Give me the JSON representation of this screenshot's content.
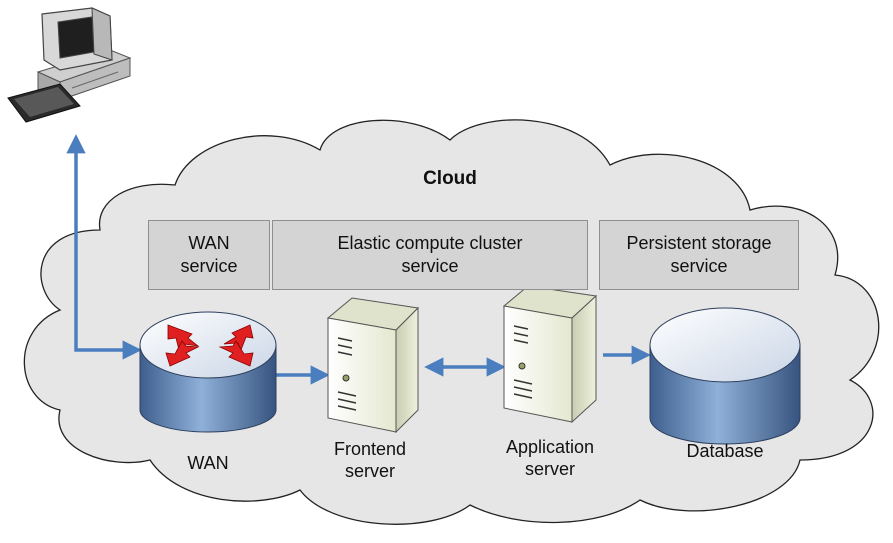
{
  "cloud": {
    "title": "Cloud"
  },
  "services": [
    {
      "label": "WAN\nservice"
    },
    {
      "label": "Elastic compute cluster\nservice"
    },
    {
      "label": "Persistent storage\nservice"
    }
  ],
  "nodes": {
    "wan": "WAN",
    "frontend": "Frontend\nserver",
    "application": "Application\nserver",
    "database": "Database"
  },
  "colors": {
    "cloud_fill": "#e6e6e6",
    "cloud_stroke": "#222222",
    "service_box": "#d4d4d4",
    "connector": "#4a7ebf",
    "router_arrows": "#e02020",
    "cylinder_blue": "#5a7fb0",
    "server_body": "#f4f6e8"
  },
  "icons": [
    "desktop-computer-icon",
    "router-icon",
    "server-icon",
    "database-icon"
  ]
}
